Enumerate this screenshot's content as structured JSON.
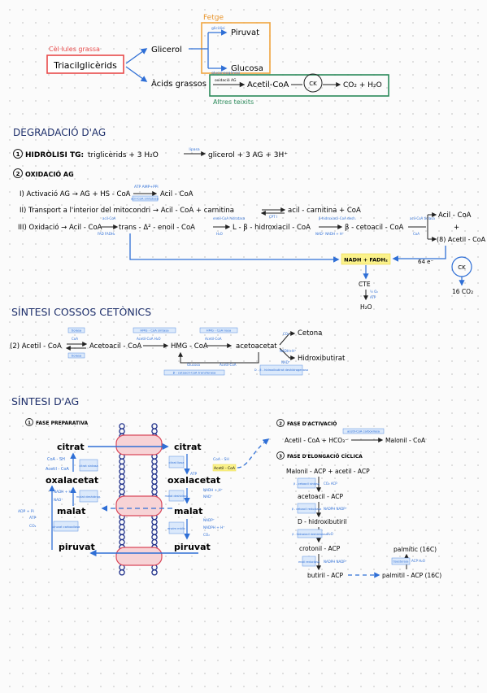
{
  "top": {
    "fetge": "Fetge",
    "cel_lules": "Cèl·lules grassa",
    "triacil": "Triacilglicèrids",
    "glicerol": "Glicerol",
    "glucolisi": "glicòlisi",
    "piruvat": "Piruvat",
    "gluconeo": "gluconeogènesi",
    "glucosa": "Glucosa",
    "acids": "Àcids grassos",
    "oxidacio": "oxidació AG",
    "acetil": "Acetil-CoA",
    "ck": "CK",
    "co2": "CO₂ + H₂O",
    "altres": "Altres teixits"
  },
  "degradacio": {
    "title": "DEGRADACIÓ D'AG",
    "s1_num": "1",
    "s1_label": "HIDRÒLISI TG:",
    "s1_eq_a": "triglicèrids + 3 H₂O",
    "s1_enz": "lipasa",
    "s1_eq_b": "glicerol + 3 AG + 3H⁺",
    "s2_num": "2",
    "s2_label": "OXIDACIÓ AG",
    "i_label": "I) Activació AG → AG + HS - CoA",
    "i_top": "ATP  AMP+PPi",
    "i_bot": "acil-CoA sintetasa",
    "i_res": "Acil - CoA",
    "ii_label": "II) Transport a l'interior del mitocondri → Acil - CoA + carnitina",
    "ii_res": "acil - carnitina + CoA",
    "ii_enz": "CPT I",
    "iii_label": "III) Oxidació → Acil - CoA",
    "iii_t1": "acil-CoA",
    "iii_e1": "FAD  FADH₂",
    "iii_mid1": "trans - Δ² - enoil - CoA",
    "iii_t2": "enoil-CoA hidratasa",
    "iii_e2": "H₂O",
    "iii_mid2": "L - β - hidroxiacil - CoA",
    "iii_t3": "β-hidroxiacil-CoA desh.",
    "iii_e3": "NAD⁺  NADH + H⁺",
    "iii_mid3": "β - cetoacil - CoA",
    "iii_t4": "acil-CoA tiolasa",
    "iii_e4": "CoA",
    "out1": "Acil - CoA",
    "plus": "+",
    "out2": "(8) Acetil - CoA",
    "nadh": "NADH + FADH₂",
    "e_label": "64 e⁻",
    "ck": "CK",
    "co2_16": "16 CO₂",
    "cte": "CTE",
    "o2": "½ O₂",
    "atp": "ATP",
    "h2o": "H₂O"
  },
  "cetonics": {
    "title": "SÍNTESI COSSOS CETÒNICS",
    "start": "(2) Acetil - CoA",
    "t1": "tiolasa",
    "coa1": "CoA",
    "b1": "tiolasa",
    "acetoacil": "Acetoacil - CoA",
    "t2": "HMG - CoA sintasa",
    "t2s": "Acetil-CoA  H₂O",
    "hmg": "HMG - CoA",
    "t3": "HMG - CoA liasa",
    "t3s": "Acetil-CoA",
    "acetoacetat": "acetoacetat",
    "bottom_a": "Glucosa",
    "bottom_b": "Acetil-CoA",
    "bottom_enz": "β - cetoacil-CoA transferasa",
    "co2": "CO₂",
    "nadh": "NADH+H⁺",
    "nad": "NAD⁺",
    "cetona": "Cetona",
    "hidroxi": "Hidroxibutirat",
    "d_enz": "D - β - hidroxibutirat deshidrogenasa"
  },
  "ag": {
    "title": "SÍNTESI D'AG",
    "fase1_num": "1",
    "fase1": "FASE PREPARATIVA",
    "citrat_l": "citrat",
    "citrat_r": "citrat",
    "coa_sh_l": "CoA - SH",
    "acetil_l": "Acetil - CoA",
    "citrat_sint": "citrat sintasa",
    "oxal_l": "oxalacetat",
    "nadh_l": "NADH + H⁺",
    "nad_l": "NAD⁺",
    "malat_deh_l": "malat deshidrog.",
    "malat_l": "malat",
    "adp_pi": "ADP + Pi",
    "atp": "ATP",
    "co2_l": "CO₂",
    "piruvat_carb": "piruvat carboxilasa",
    "piruvat_l": "piruvat",
    "citrat_liasa": "citrat liasa",
    "coa_sh_r": "CoA - SH",
    "acetil_r": "Acetil - CoA",
    "atp_r": "ATP",
    "oxal_r": "oxalacetat",
    "nadh_r": "NADH + H⁺",
    "nad_r": "NAD⁺",
    "malat_deh_r": "malat deshidrog.",
    "malat_r": "malat",
    "enzim_malic": "enzim màlic",
    "nadp": "NADP⁺",
    "nadph": "NADPH + H⁺",
    "co2_r": "CO₂",
    "piruvat_r": "piruvat",
    "fase2_num": "2",
    "fase2": "FASE D'ACTIVACIÓ",
    "acc": "acetil-CoA carboxilasa",
    "act_eq": "Acetil - CoA + HCO₃⁻",
    "malonil": "Malonil - CoA",
    "fase3_num": "3",
    "fase3": "FASE D'ELONGACIÓ CÍCLICA",
    "el_1": "Malonil - ACP + acetil - ACP",
    "el_e1": "β - cetoacil sintasa",
    "el_c1": "CO₂ ACP",
    "el_2": "acetoacil - ACP",
    "el_e2": "β - cetoacil reductasa",
    "el_c2": "NADPH NADP⁺",
    "el_3": "D - hidroxibutiril",
    "el_e3": "β - hidroxiacil deshidratasa",
    "el_c3": "H₂O",
    "el_4": "crotonil - ACP",
    "el_e4": "enoil reductasa",
    "el_c4": "NADPH NADP⁺",
    "el_5": "butiril - ACP",
    "palmitil": "palmitil - ACP (16C)",
    "tioesterasa": "tioesterasa",
    "el_c6": "ACP  H₂O",
    "palmitic": "palmític (16C)"
  }
}
